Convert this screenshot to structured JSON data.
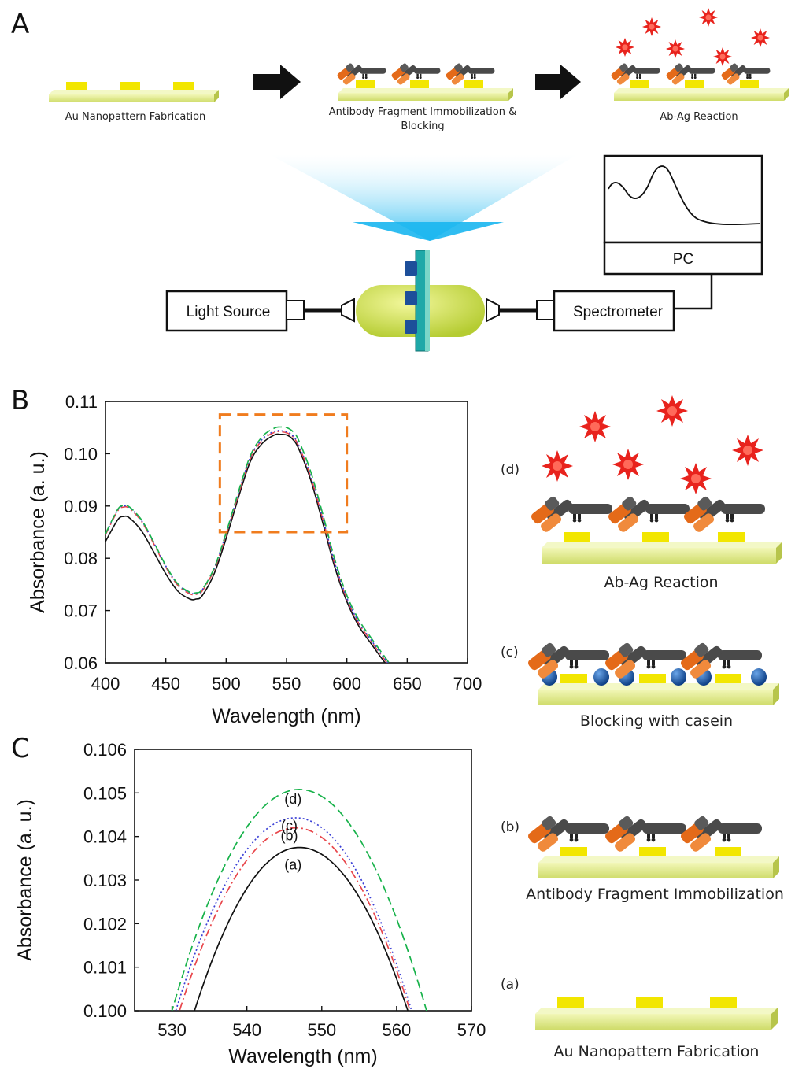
{
  "panels": {
    "a": "A",
    "b": "B",
    "c": "C"
  },
  "workflow": {
    "step1": "Au Nanopattern Fabrication",
    "step2_line1": "Antibody Fragment Immobilization &",
    "step2_line2": "Blocking",
    "step3": "Ab-Ag Reaction"
  },
  "setup": {
    "light_source": "Light Source",
    "spectrometer": "Spectrometer",
    "pc": "PC"
  },
  "stages": {
    "d": {
      "tag": "(d)",
      "caption": "Ab-Ag Reaction"
    },
    "c": {
      "tag": "(c)",
      "caption": "Blocking with casein"
    },
    "b": {
      "tag": "(b)",
      "caption": "Antibody Fragment Immobilization"
    },
    "a": {
      "tag": "(a)",
      "caption": "Au Nanopattern Fabrication"
    }
  },
  "colors": {
    "gold": "#f2e600",
    "substrate": "#e4ef93",
    "antigen": "#e8231d",
    "antibody_orange": "#e46a19",
    "antibody_gray": "#4a4a4a",
    "casein": "#1e5fae",
    "arrow_cyan": "#22b8f0",
    "zoom_box": "#f07c1e"
  },
  "chart_data": [
    {
      "type": "line",
      "xlabel": "Wavelength (nm)",
      "ylabel": "Absorbance (a. u.)",
      "xlim": [
        400,
        700
      ],
      "ylim": [
        0.06,
        0.11
      ],
      "xticks": [
        "400",
        "450",
        "500",
        "550",
        "600",
        "650",
        "700"
      ],
      "yticks": [
        "0.06",
        "0.07",
        "0.08",
        "0.09",
        "0.10",
        "0.11"
      ],
      "grid": false,
      "x": [
        400,
        410,
        415,
        420,
        430,
        440,
        450,
        460,
        470,
        475,
        480,
        490,
        500,
        510,
        520,
        530,
        540,
        545,
        550,
        555,
        560,
        570,
        580,
        590,
        600,
        610,
        620,
        630,
        635
      ],
      "series": [
        {
          "label": "(a)",
          "color": "#111111",
          "dash": "solid",
          "values": [
            0.0832,
            0.0873,
            0.088,
            0.0877,
            0.0852,
            0.0812,
            0.077,
            0.0737,
            0.0722,
            0.0722,
            0.0728,
            0.077,
            0.0838,
            0.0915,
            0.0985,
            0.102,
            0.1036,
            0.1037,
            0.1036,
            0.1028,
            0.101,
            0.095,
            0.0868,
            0.0783,
            0.0717,
            0.067,
            0.0637,
            0.0605,
            0.059
          ]
        },
        {
          "label": "(b)",
          "color": "#e8464b",
          "dash": "dashdot",
          "values": [
            0.0845,
            0.089,
            0.0898,
            0.0895,
            0.087,
            0.0828,
            0.0783,
            0.0748,
            0.0732,
            0.0731,
            0.0737,
            0.0778,
            0.0845,
            0.0921,
            0.0991,
            0.1026,
            0.1041,
            0.1042,
            0.104,
            0.1033,
            0.1015,
            0.0956,
            0.0875,
            0.0789,
            0.0722,
            0.0675,
            0.0642,
            0.061,
            0.0595
          ]
        },
        {
          "label": "(c)",
          "color": "#3a3fd6",
          "dash": "dotted",
          "values": [
            0.0846,
            0.0892,
            0.09,
            0.0897,
            0.0872,
            0.083,
            0.0785,
            0.075,
            0.0734,
            0.0733,
            0.0739,
            0.078,
            0.0847,
            0.0923,
            0.0993,
            0.1028,
            0.1043,
            0.1044,
            0.1042,
            0.1035,
            0.1017,
            0.0958,
            0.0877,
            0.0791,
            0.0724,
            0.0677,
            0.0644,
            0.0612,
            0.0597
          ]
        },
        {
          "label": "(d)",
          "color": "#17b24a",
          "dash": "longdash",
          "values": [
            0.0847,
            0.0893,
            0.0901,
            0.0898,
            0.0873,
            0.0831,
            0.0786,
            0.0751,
            0.0735,
            0.0734,
            0.074,
            0.0781,
            0.0849,
            0.0926,
            0.0996,
            0.1033,
            0.1049,
            0.1051,
            0.105,
            0.1043,
            0.1026,
            0.0966,
            0.0885,
            0.0798,
            0.0729,
            0.0682,
            0.0648,
            0.0616,
            0.06
          ]
        }
      ],
      "zoom_box": {
        "x": [
          500,
          600
        ],
        "y": [
          0.085,
          0.1075
        ]
      }
    },
    {
      "type": "line",
      "xlabel": "Wavelength (nm)",
      "ylabel": "Absorbance (a. u.)",
      "xlim": [
        525,
        570
      ],
      "ylim": [
        0.1,
        0.106
      ],
      "xticks": [
        "530",
        "540",
        "550",
        "560",
        "570"
      ],
      "yticks": [
        "0.100",
        "0.101",
        "0.102",
        "0.103",
        "0.104",
        "0.105",
        "0.106"
      ],
      "grid": false,
      "series": [
        {
          "label": "(a)",
          "color": "#111111",
          "dash": "solid",
          "peak_x": 547.0,
          "peak_y": 0.10375,
          "crossings": [
            533.0,
            561.5
          ]
        },
        {
          "label": "(b)",
          "color": "#e8464b",
          "dash": "dashdot",
          "peak_x": 546.5,
          "peak_y": 0.1042,
          "crossings": [
            531.0,
            561.8
          ]
        },
        {
          "label": "(c)",
          "color": "#3a3fd6",
          "dash": "dotted",
          "peak_x": 546.5,
          "peak_y": 0.10443,
          "crossings": [
            530.5,
            562.0
          ]
        },
        {
          "label": "(d)",
          "color": "#17b24a",
          "dash": "longdash",
          "peak_x": 547.0,
          "peak_y": 0.10508,
          "crossings": [
            530.0,
            564.0
          ]
        }
      ]
    }
  ]
}
